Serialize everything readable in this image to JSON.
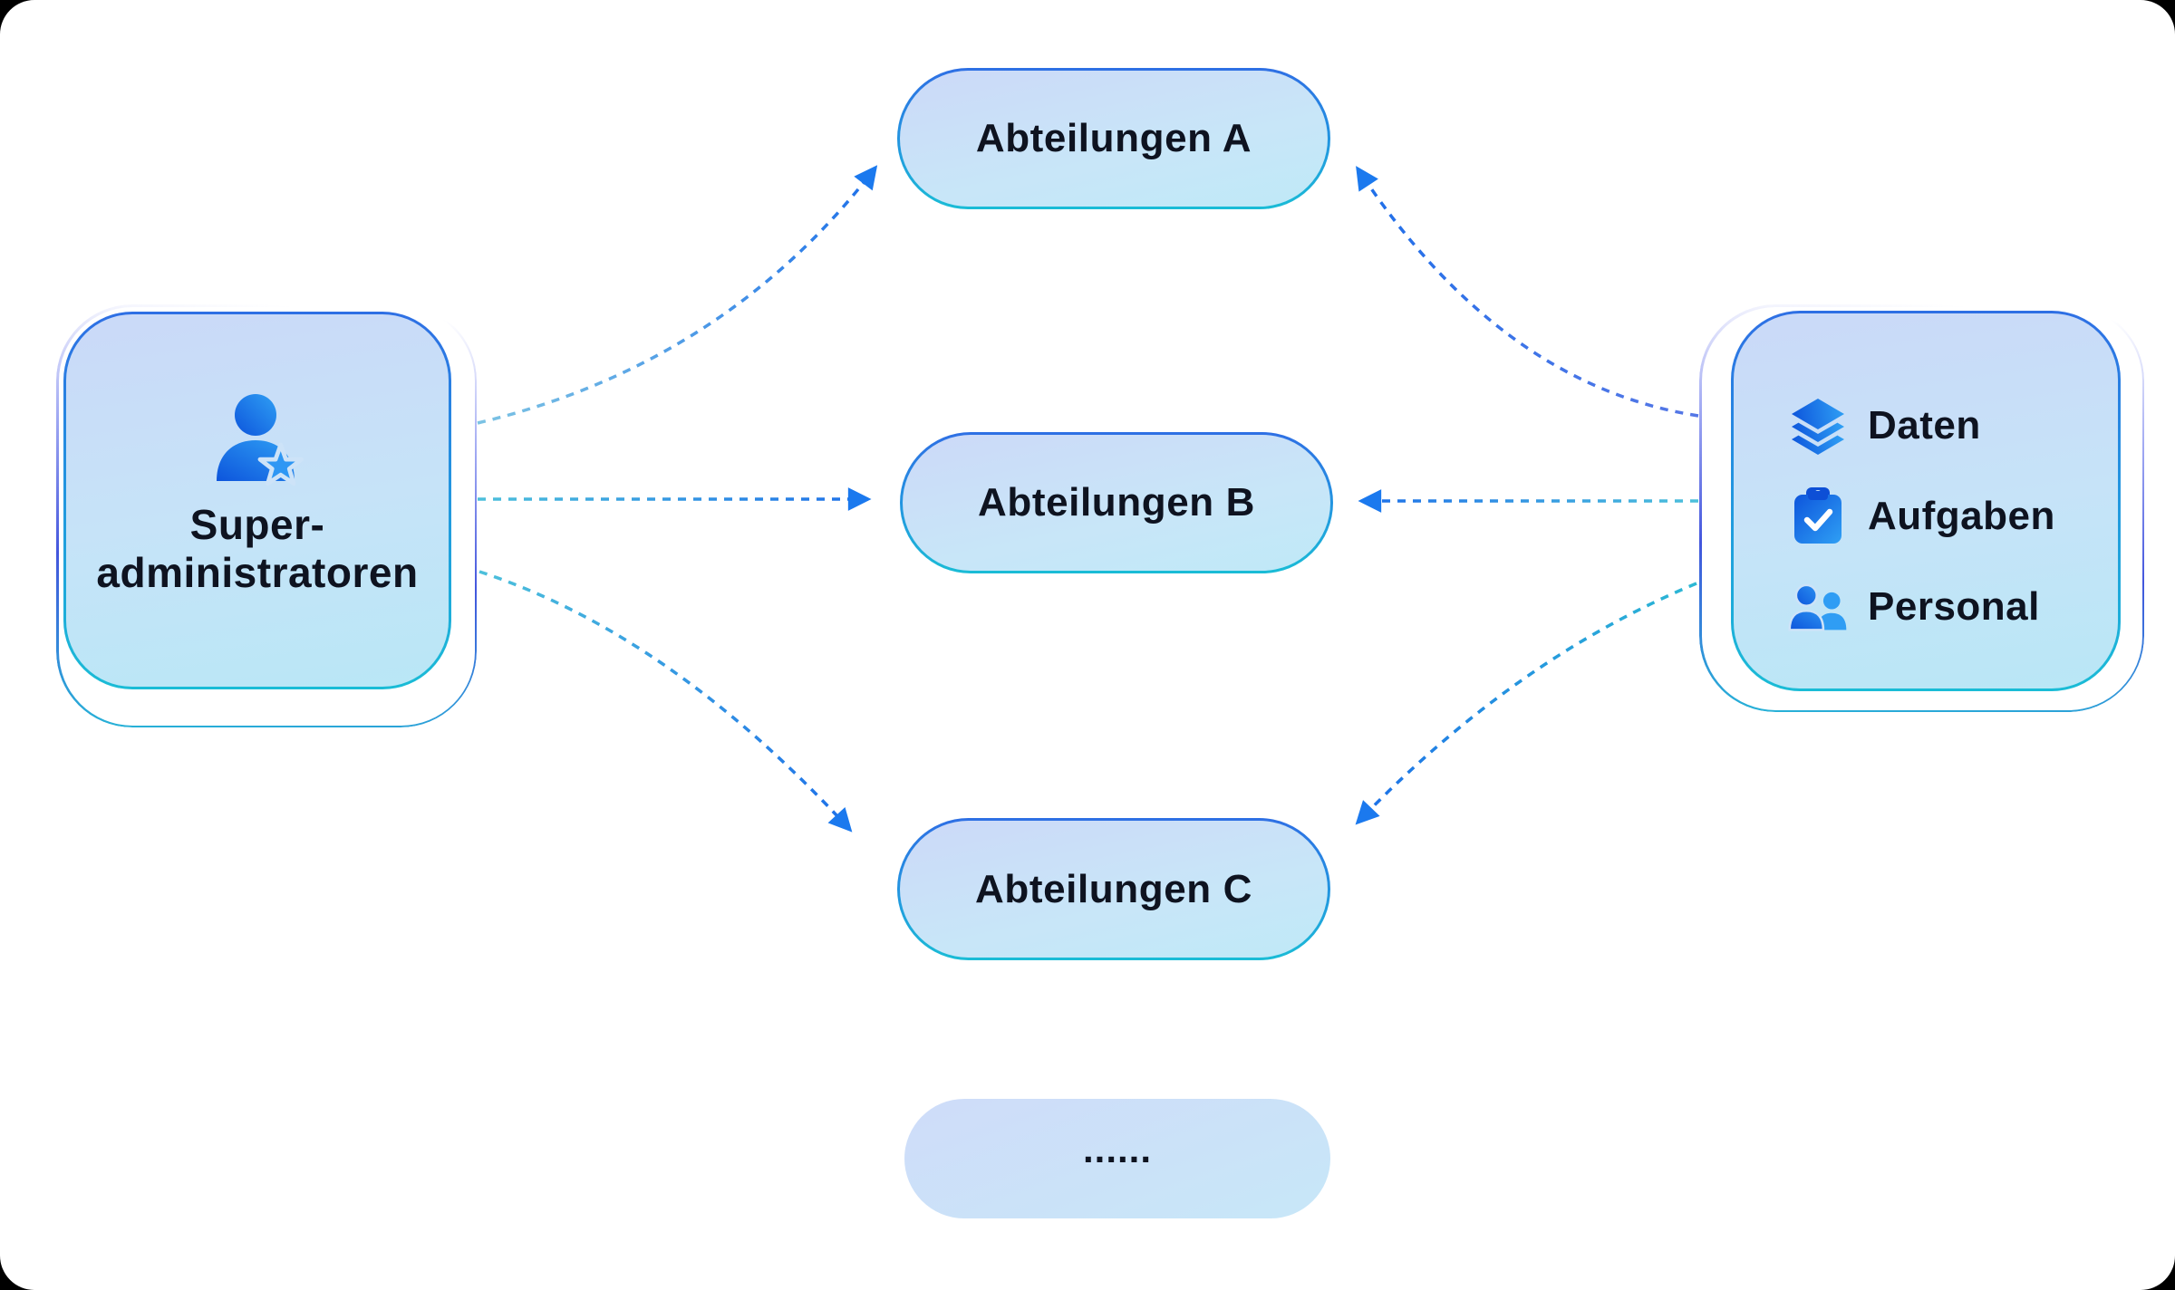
{
  "left_panel": {
    "icon": "user-star-icon",
    "title_line1": "Super-",
    "title_line2": "administratoren"
  },
  "departments": [
    {
      "label": "Abteilungen A"
    },
    {
      "label": "Abteilungen B"
    },
    {
      "label": "Abteilungen C"
    },
    {
      "label": "......"
    }
  ],
  "right_panel": {
    "items": [
      {
        "icon": "layers-icon",
        "label": "Daten"
      },
      {
        "icon": "clipboard-check-icon",
        "label": "Aufgaben"
      },
      {
        "icon": "people-icon",
        "label": "Personal"
      }
    ]
  },
  "colors": {
    "node_fill_top": "#cad9f8",
    "node_fill_bottom": "#b9e7f6",
    "border_top": "#2e6fe4",
    "border_bottom": "#1abcd6",
    "outline_indigo": "#4356dd",
    "arrow_cyan": "#4cc0db",
    "arrow_blue": "#1d6fe9",
    "arrowhead": "#1b79ee",
    "icon_blue_dark": "#0d55dc",
    "icon_blue_light": "#2f9ff4",
    "text": "#0e1320",
    "page_bg": "#ffffff",
    "corner_bg": "#000000"
  }
}
